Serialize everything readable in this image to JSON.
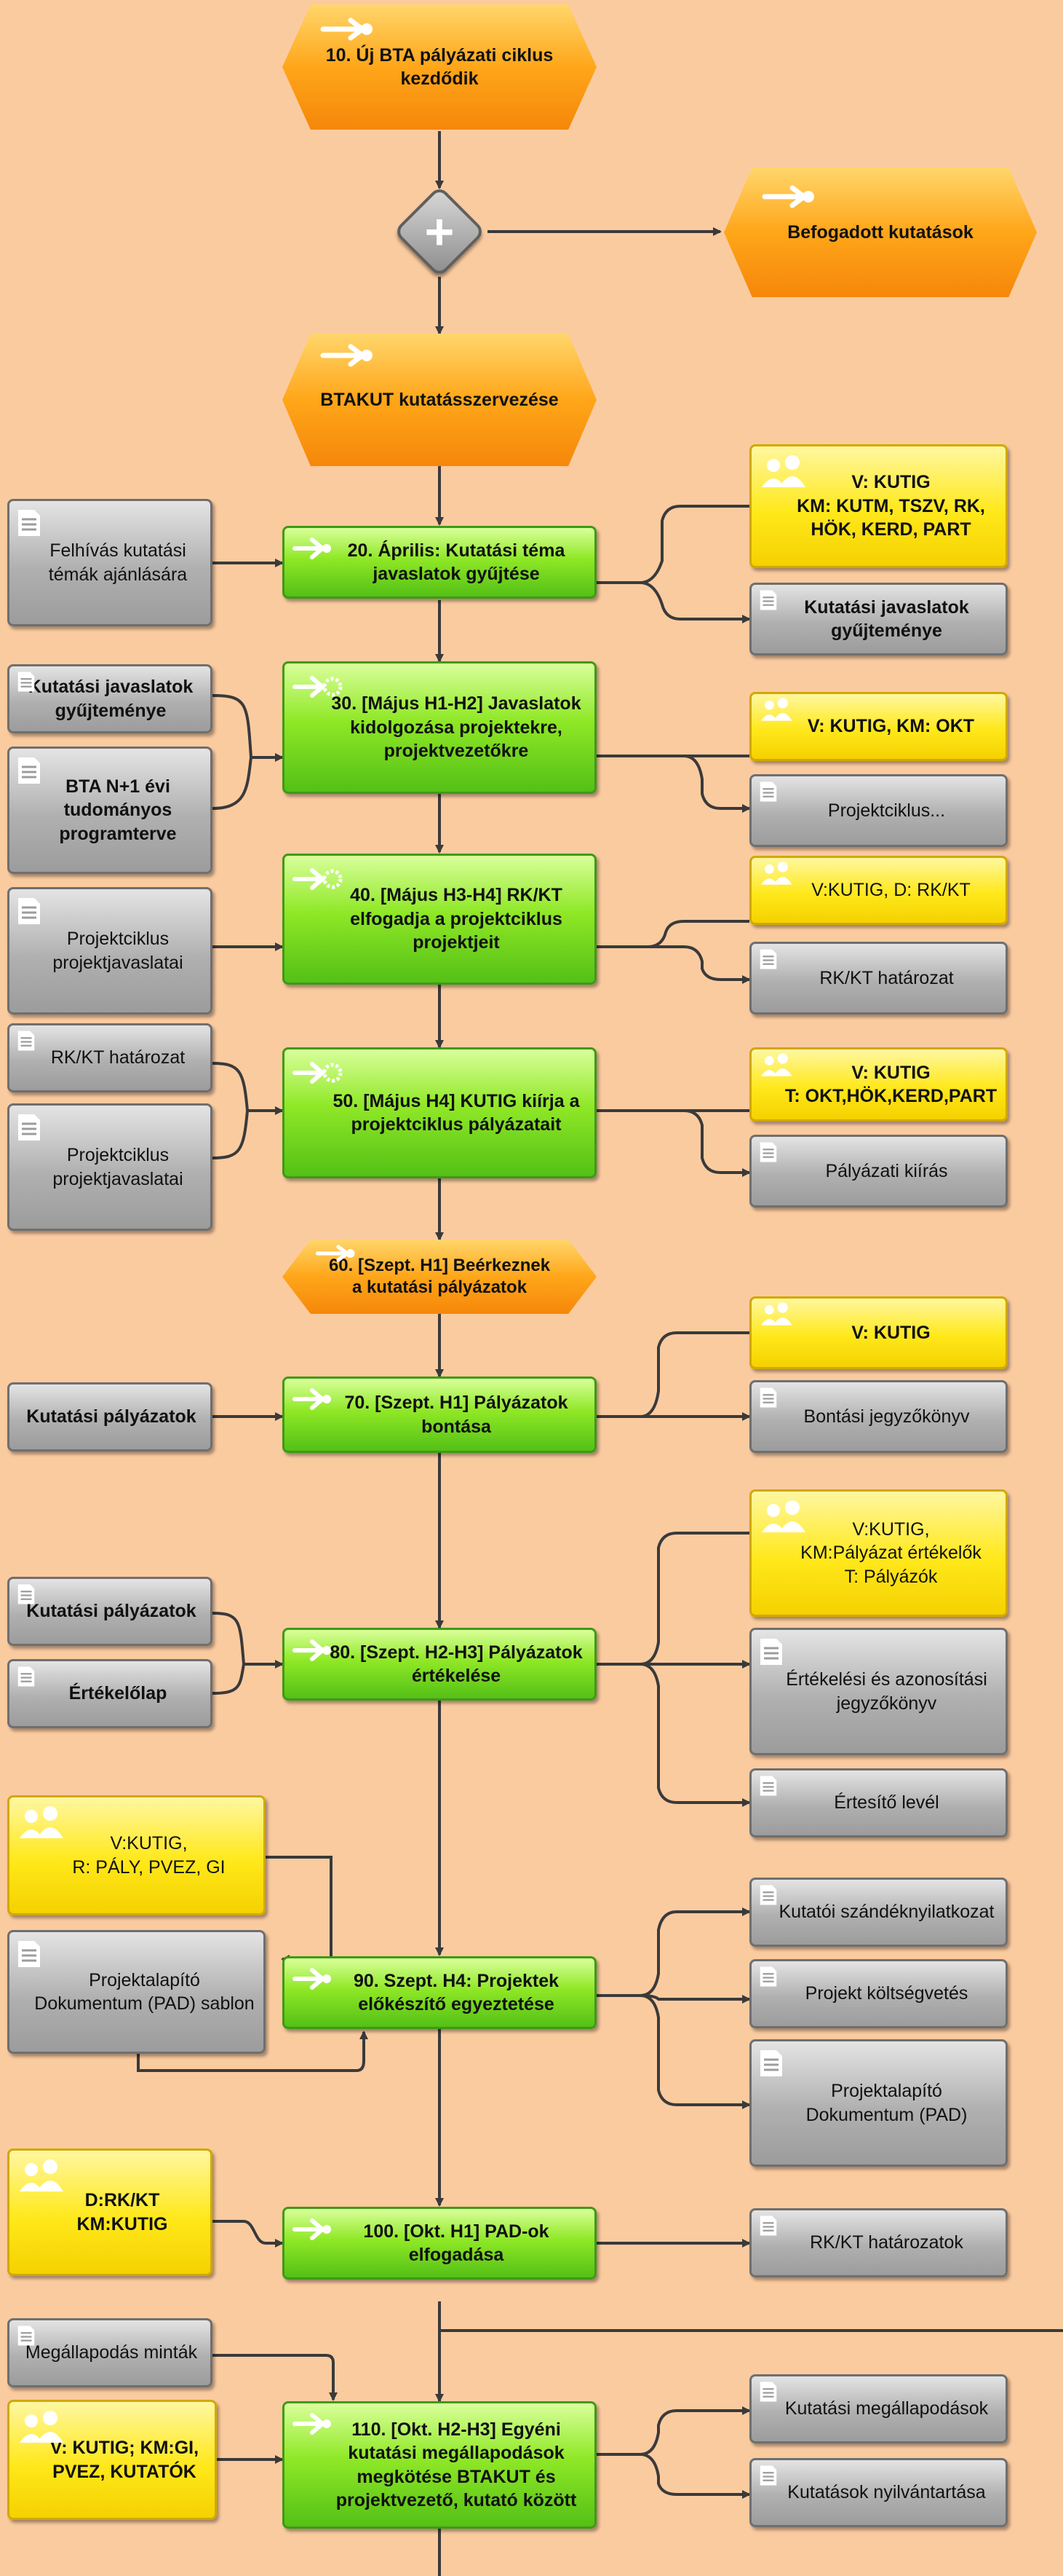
{
  "events": {
    "e10": "10. Új BTA pályázati ciklus kezdődik",
    "accepted": "Befogadott kutatások",
    "btakut": "BTAKUT kutatásszervezése",
    "e60": "60. [Szept. H1] Beérkeznek a kutatási pályázatok"
  },
  "functions": {
    "f20": "20. Április: Kutatási téma javaslatok gyűjtése",
    "f30": "30. [Május H1-H2] Javaslatok kidolgozása projektekre, projektvezetőkre",
    "f40": "40. [Május H3-H4] RK/KT elfogadja a projektciklus projektjeit",
    "f50": "50. [Május H4] KUTIG kiírja a projektciklus pályázatait",
    "f70": "70. [Szept. H1] Pályázatok bontása",
    "f80": "80. [Szept. H2-H3] Pályázatok értékelése",
    "f90": "90. Szept. H4: Projektek előkészítő egyeztetése",
    "f100": "100. [Okt. H1] PAD-ok elfogadása",
    "f110": "110. [Okt. H2-H3] Egyéni kutatási megállapodások megkötése BTAKUT és projektvezető, kutató között"
  },
  "inputs": {
    "i20": "Felhívás kutatási témák ajánlására",
    "i30a": "Kutatási javaslatok gyűjteménye",
    "i30b": "BTA N+1 évi tudományos programterve",
    "i40": "Projektciklus projektjavaslatai",
    "i50a": "RK/KT határozat",
    "i50b": "Projektciklus projektjavaslatai",
    "i70": "Kutatási pályázatok",
    "i80a": "Kutatási pályázatok",
    "i80b": "Értékelőlap",
    "i90": "Projektalapító Dokumentum (PAD) sablon",
    "i110": "Megállapodás minták"
  },
  "roles": {
    "r20": "V: KUTIG\nKM: KUTM, TSZV, RK, HÖK, KERD, PART",
    "r30": "V: KUTIG, KM: OKT",
    "r40": "V:KUTIG, D: RK/KT",
    "r50": "V: KUTIG\nT: OKT,HÖK,KERD,PART",
    "r70": "V: KUTIG",
    "r80": "V:KUTIG,\nKM:Pályázat értékelők\nT: Pályázók",
    "r90": "V:KUTIG,\nR: PÁLY, PVEZ, GI",
    "r100": "D:RK/KT\nKM:KUTIG",
    "r110": "V: KUTIG; KM:GI, PVEZ, KUTATÓK"
  },
  "outputs": {
    "o20": "Kutatási javaslatok gyűjteménye",
    "o30": "Projektciklus...",
    "o40": "RK/KT határozat",
    "o50": "Pályázati kiírás",
    "o70": "Bontási jegyzőkönyv",
    "o80a": "Értékelési és azonosítási jegyzőkönyv",
    "o80b": "Értesítő levél",
    "o90a": "Kutatói szándéknyilatkozat",
    "o90b": "Projekt költségvetés",
    "o90c": "Projektalapító Dokumentum (PAD)",
    "o100": "RK/KT határozatok",
    "o110a": "Kutatási megállapodások",
    "o110b": "Kutatások nyilvántartása"
  },
  "gateway": {
    "symbol": "+"
  },
  "colors": {
    "background": "#fbcba0",
    "function": "#7ddc22",
    "event": "#ffa619",
    "role": "#ffe81a",
    "document": "#b0b0b0",
    "connector": "#3a3a3a"
  },
  "icons": {
    "event": "arrow-icon",
    "function": "process-icon",
    "document": "document-icon",
    "role": "people-icon",
    "gateway": "plus-icon"
  }
}
